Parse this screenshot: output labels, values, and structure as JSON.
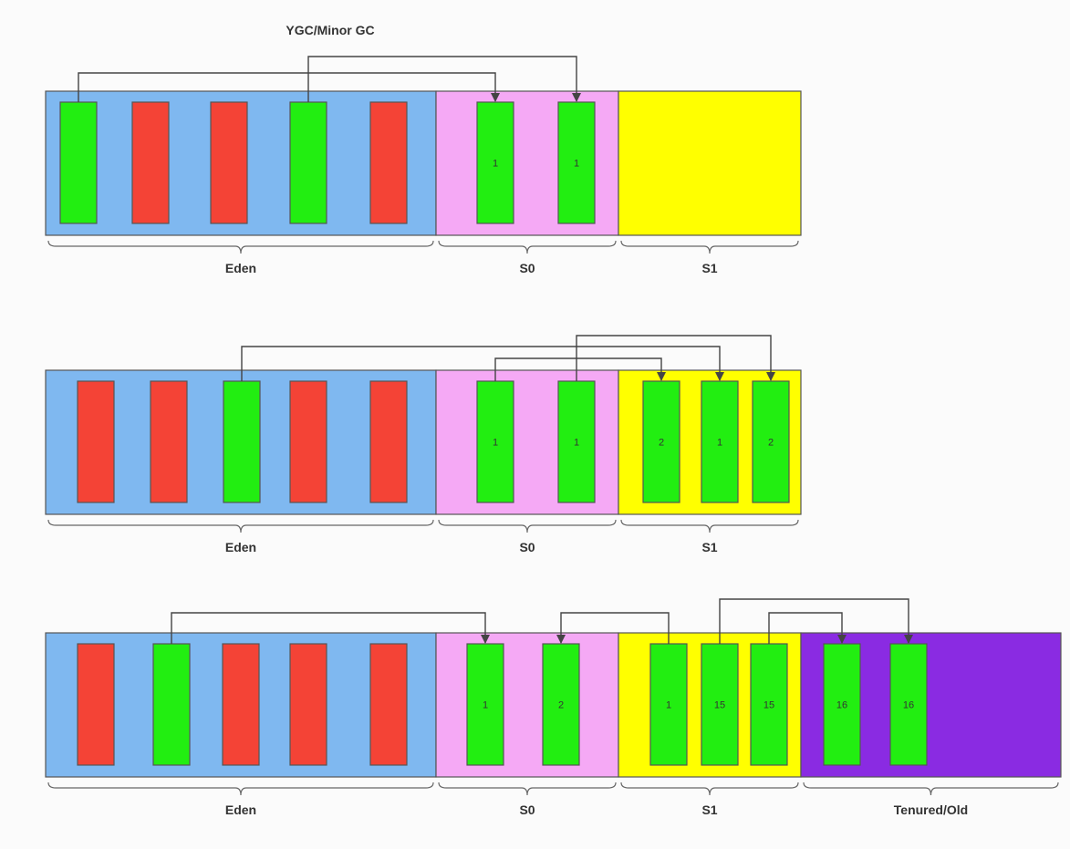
{
  "title": "YGC/Minor GC",
  "colors": {
    "eden": "#7fb8f0",
    "s0": "#f5a9f5",
    "s1": "#ffff00",
    "tenured": "#8a2be2",
    "live": "#22ee11",
    "dead": "#f44336",
    "line": "#444444"
  },
  "stages": [
    {
      "regions": [
        {
          "id": "eden",
          "label": "Eden"
        },
        {
          "id": "s0",
          "label": "S0"
        },
        {
          "id": "s1",
          "label": "S1"
        }
      ],
      "objects": [
        {
          "region": "eden",
          "state": "live",
          "age": ""
        },
        {
          "region": "eden",
          "state": "dead",
          "age": ""
        },
        {
          "region": "eden",
          "state": "dead",
          "age": ""
        },
        {
          "region": "eden",
          "state": "live",
          "age": ""
        },
        {
          "region": "eden",
          "state": "dead",
          "age": ""
        },
        {
          "region": "s0",
          "state": "live",
          "age": "1"
        },
        {
          "region": "s0",
          "state": "live",
          "age": "1"
        }
      ],
      "moves": [
        {
          "from": 0,
          "to": 5
        },
        {
          "from": 3,
          "to": 6
        }
      ]
    },
    {
      "regions": [
        {
          "id": "eden",
          "label": "Eden"
        },
        {
          "id": "s0",
          "label": "S0"
        },
        {
          "id": "s1",
          "label": "S1"
        }
      ],
      "objects": [
        {
          "region": "eden",
          "state": "dead",
          "age": ""
        },
        {
          "region": "eden",
          "state": "dead",
          "age": ""
        },
        {
          "region": "eden",
          "state": "live",
          "age": ""
        },
        {
          "region": "eden",
          "state": "dead",
          "age": ""
        },
        {
          "region": "eden",
          "state": "dead",
          "age": ""
        },
        {
          "region": "s0",
          "state": "live",
          "age": "1"
        },
        {
          "region": "s0",
          "state": "live",
          "age": "1"
        },
        {
          "region": "s1",
          "state": "live",
          "age": "2"
        },
        {
          "region": "s1",
          "state": "live",
          "age": "1"
        },
        {
          "region": "s1",
          "state": "live",
          "age": "2"
        }
      ],
      "moves": [
        {
          "from": 2,
          "to": 8
        },
        {
          "from": 5,
          "to": 7
        },
        {
          "from": 6,
          "to": 9
        }
      ]
    },
    {
      "regions": [
        {
          "id": "eden",
          "label": "Eden"
        },
        {
          "id": "s0",
          "label": "S0"
        },
        {
          "id": "s1",
          "label": "S1"
        },
        {
          "id": "tenured",
          "label": "Tenured/Old"
        }
      ],
      "objects": [
        {
          "region": "eden",
          "state": "dead",
          "age": ""
        },
        {
          "region": "eden",
          "state": "live",
          "age": ""
        },
        {
          "region": "eden",
          "state": "dead",
          "age": ""
        },
        {
          "region": "eden",
          "state": "dead",
          "age": ""
        },
        {
          "region": "eden",
          "state": "dead",
          "age": ""
        },
        {
          "region": "s0",
          "state": "live",
          "age": "1"
        },
        {
          "region": "s0",
          "state": "live",
          "age": "2"
        },
        {
          "region": "s1",
          "state": "live",
          "age": "1"
        },
        {
          "region": "s1",
          "state": "live",
          "age": "15"
        },
        {
          "region": "s1",
          "state": "live",
          "age": "15"
        },
        {
          "region": "tenured",
          "state": "live",
          "age": "16"
        },
        {
          "region": "tenured",
          "state": "live",
          "age": "16"
        }
      ],
      "moves": [
        {
          "from": 1,
          "to": 5
        },
        {
          "from": 7,
          "to": 6
        },
        {
          "from": 8,
          "to": 11
        },
        {
          "from": 9,
          "to": 10
        }
      ]
    }
  ]
}
